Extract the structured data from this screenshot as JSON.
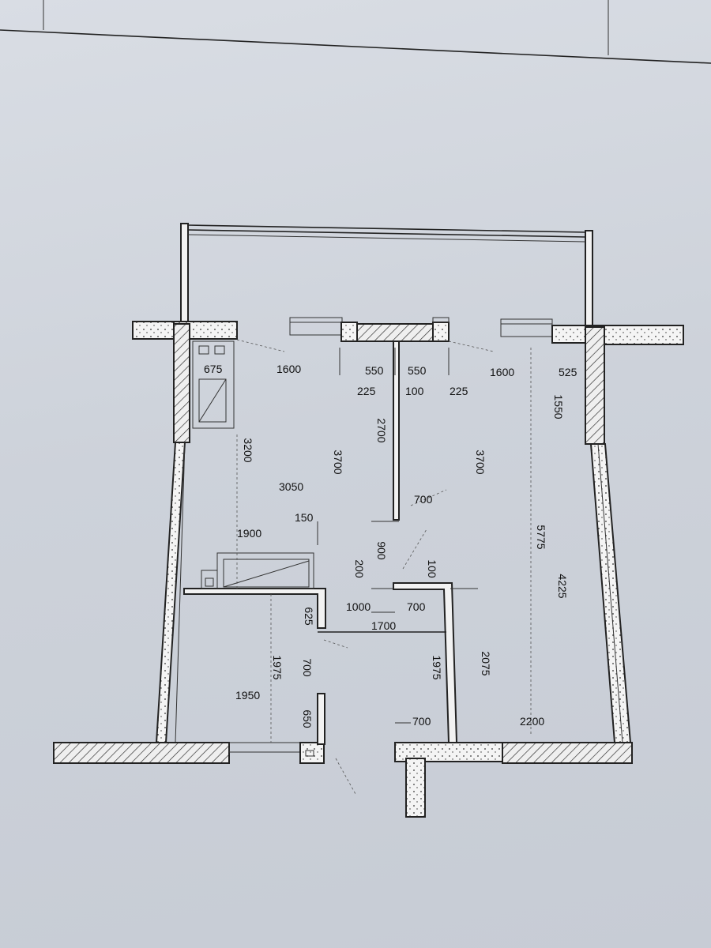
{
  "colors": {
    "paper": "#d3d8e0",
    "ink": "#222222",
    "hatch": "#333333"
  },
  "dimensions": [
    {
      "id": "d675",
      "text": "675"
    },
    {
      "id": "d1600a",
      "text": "1600"
    },
    {
      "id": "d550a",
      "text": "550"
    },
    {
      "id": "d550b",
      "text": "550"
    },
    {
      "id": "d1600b",
      "text": "1600"
    },
    {
      "id": "d525",
      "text": "525"
    },
    {
      "id": "d225a",
      "text": "225"
    },
    {
      "id": "d100a",
      "text": "100"
    },
    {
      "id": "d225b",
      "text": "225"
    },
    {
      "id": "d1550",
      "text": "1550"
    },
    {
      "id": "d2700",
      "text": "2700"
    },
    {
      "id": "d3200",
      "text": "3200"
    },
    {
      "id": "d3700a",
      "text": "3700"
    },
    {
      "id": "d3700b",
      "text": "3700"
    },
    {
      "id": "d3050",
      "text": "3050"
    },
    {
      "id": "d700a",
      "text": "700"
    },
    {
      "id": "d5775",
      "text": "5775"
    },
    {
      "id": "d150",
      "text": "150"
    },
    {
      "id": "d1900",
      "text": "1900"
    },
    {
      "id": "d900",
      "text": "900"
    },
    {
      "id": "d200",
      "text": "200"
    },
    {
      "id": "d100b",
      "text": "100"
    },
    {
      "id": "d4225",
      "text": "4225"
    },
    {
      "id": "d1000",
      "text": "1000"
    },
    {
      "id": "d700b",
      "text": "700"
    },
    {
      "id": "d625",
      "text": "625"
    },
    {
      "id": "d1700",
      "text": "1700"
    },
    {
      "id": "d1975a",
      "text": "1975"
    },
    {
      "id": "d700c",
      "text": "700"
    },
    {
      "id": "d1975b",
      "text": "1975"
    },
    {
      "id": "d2075",
      "text": "2075"
    },
    {
      "id": "d1950",
      "text": "1950"
    },
    {
      "id": "d650",
      "text": "650"
    },
    {
      "id": "d700d",
      "text": "700"
    },
    {
      "id": "d2200",
      "text": "2200"
    }
  ]
}
